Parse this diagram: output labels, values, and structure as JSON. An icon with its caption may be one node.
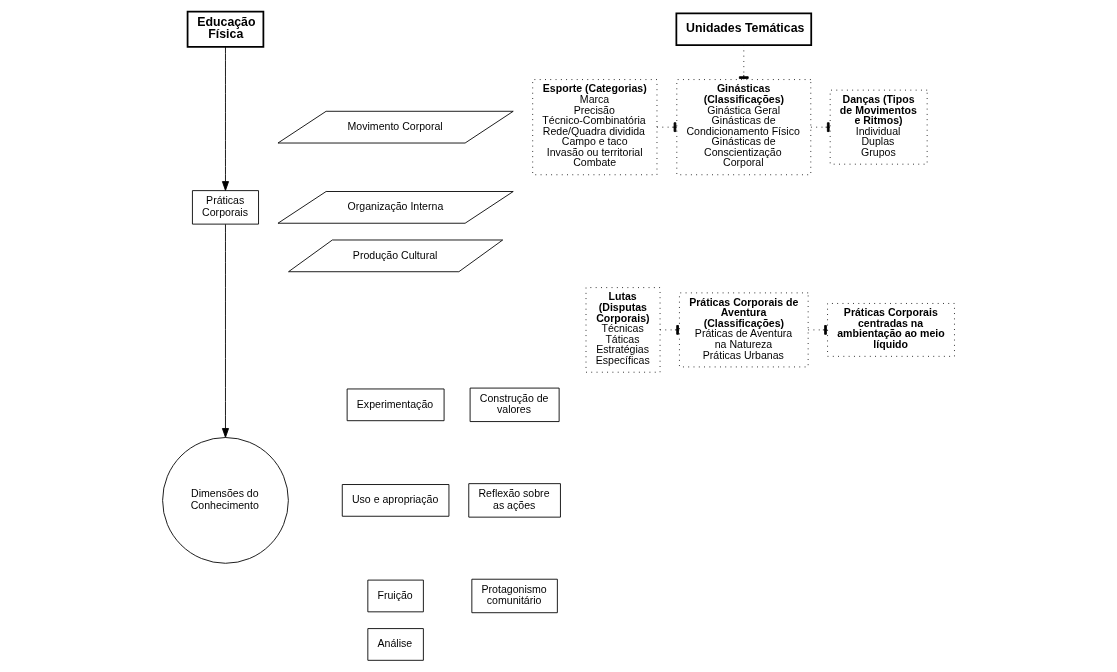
{
  "diagram": {
    "nodes": [
      {
        "text": [
          "Educação Física"
        ]
      },
      {
        "text": [
          "Práticas Corporais"
        ]
      },
      {
        "text": [
          "Dimensões do Conhecimento"
        ]
      },
      {
        "text": [
          "Movimento Corporal"
        ]
      },
      {
        "text": [
          "Organização Interna"
        ]
      },
      {
        "text": [
          "Produção Cultural"
        ]
      },
      {
        "text": [
          "Experimentação"
        ]
      },
      {
        "text": [
          "Construção de valores"
        ]
      },
      {
        "text": [
          "Uso e apropriação"
        ]
      },
      {
        "text": [
          "Reflexão sobre as ações"
        ]
      },
      {
        "text": [
          "Fruição"
        ]
      },
      {
        "text": [
          "Protagonismo comunitário"
        ]
      },
      {
        "text": [
          "Análise"
        ]
      },
      {
        "text": [
          "Unidades Temáticas"
        ]
      },
      {
        "text": [
          "Esporte (Categorias)",
          "Marca",
          "Precisão",
          "Técnico-Combinatória",
          "Rede/Quadra dividida",
          "Campo e taco",
          "Invasão ou territorial",
          "Combate"
        ]
      },
      {
        "text": [
          "Ginásticas (Classificações)",
          "Ginástica Geral",
          "Ginásticas de Condicionamento Físico",
          "Ginásticas de Conscientização Corporal"
        ]
      },
      {
        "text": [
          "Danças (Tipos de Movimentos e Ritmos)",
          "Individual",
          "Duplas",
          "Grupos"
        ]
      },
      {
        "text": [
          "Lutas (Disputas Corporais)",
          "Técnicas",
          "Táticas",
          "Estratégias",
          "Específicas"
        ]
      },
      {
        "text": [
          "Práticas Corporais de Aventura (Classificações)",
          "Práticas de Aventura na Natureza",
          "Práticas Urbanas"
        ]
      },
      {
        "text": [
          "Práticas Corporais centradas na ambientação ao meio líquido"
        ]
      }
    ],
    "edges": [
      {
        "from": 0,
        "to": 1,
        "arrow": "to"
      },
      {
        "from": 1,
        "to": 2,
        "arrow": "to"
      },
      {
        "from": 13,
        "to": 15,
        "arrow": "other",
        "style": "dashed"
      },
      {
        "from": 14,
        "to": 15,
        "arrow": "other",
        "style": "dashed"
      },
      {
        "from": 15,
        "to": 16,
        "arrow": "other",
        "style": "dashed"
      },
      {
        "from": 17,
        "to": 18,
        "arrow": "other",
        "style": "dashed"
      },
      {
        "from": 18,
        "to": 19,
        "arrow": "other",
        "style": "dashed"
      }
    ]
  }
}
